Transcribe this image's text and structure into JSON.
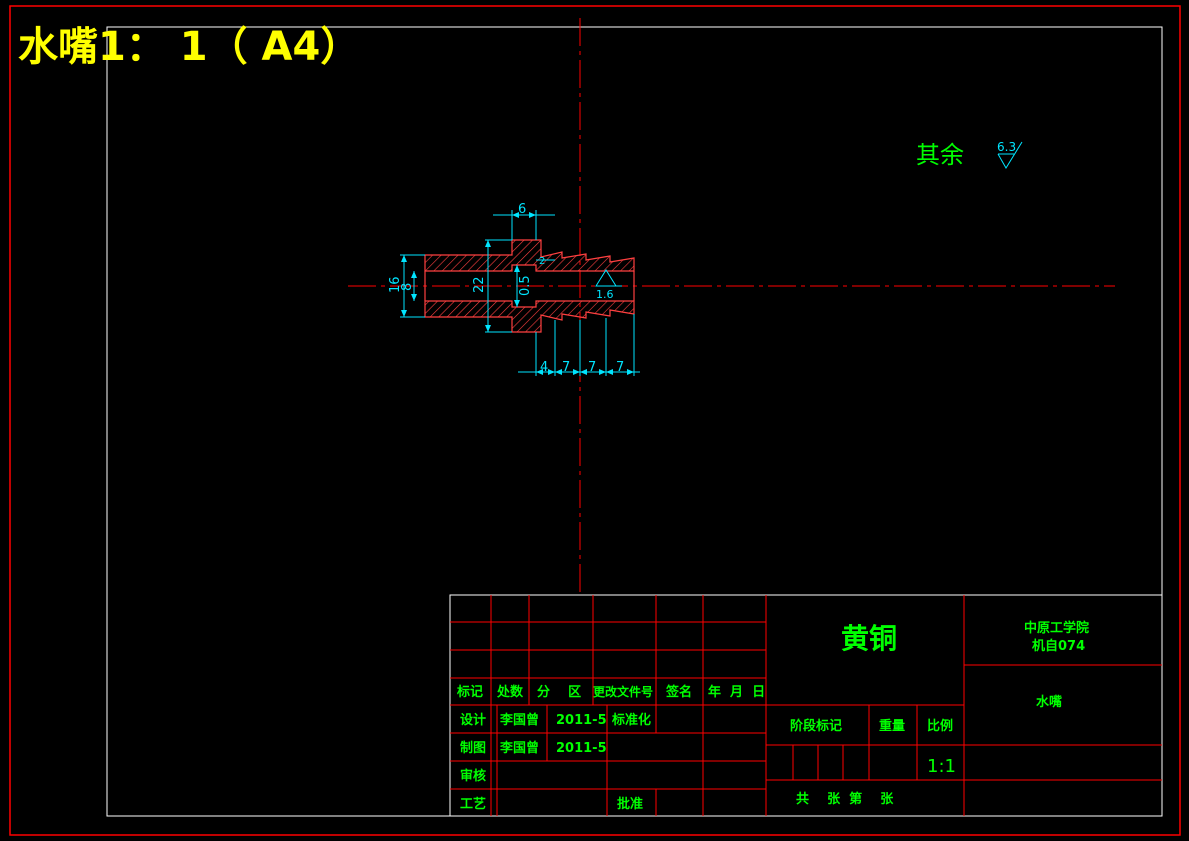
{
  "sheet": {
    "title": "水嘴1： 1（ A4）",
    "colors": {
      "background": "#000000",
      "frame": "#ffffff",
      "border": "#ff0000",
      "dimension": "#00e5ff",
      "text": "#00ff00",
      "title": "#ffff00",
      "hatch": "#ff4040"
    }
  },
  "drawing": {
    "roughness_note_label": "其余",
    "roughness_note_value": "6.3",
    "inner_roughness": "1.6",
    "dimensions": {
      "top_width": "6",
      "small_ring": "2",
      "outer_diameter": "16",
      "inner_diameter": "8",
      "flange_diameter": "22",
      "bore_diameter": "0.5",
      "seg1": "4",
      "seg2": "7",
      "seg3": "7",
      "seg4": "7"
    }
  },
  "title_block": {
    "material": "黄铜",
    "school": "中原工学院",
    "class_name": "机自074",
    "part_name": "水嘴",
    "scale_value": "1:1",
    "stage_mark": "阶段标记",
    "weight": "重量",
    "scale": "比例",
    "sheet_info": "共    张  第    张",
    "row_header": {
      "mark": "标记",
      "count": "处数",
      "zone": "分    区",
      "change_doc": "更改文件号",
      "signature": "签名",
      "date": "年  月  日"
    },
    "design_label": "设计",
    "design_name": "李国曾",
    "design_date": "2011-5",
    "standardize": "标准化",
    "draw_label": "制图",
    "draw_name": "李国曾",
    "draw_date": "2011-5",
    "review_label": "审核",
    "process_label": "工艺",
    "approve_label": "批准"
  }
}
